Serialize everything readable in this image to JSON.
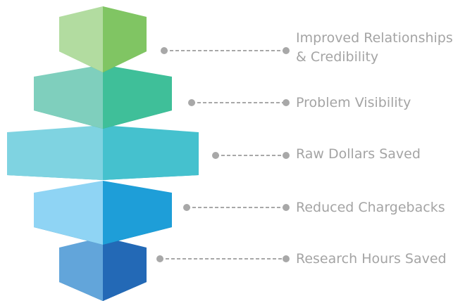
{
  "layers": [
    {
      "label": "Improved Relationships",
      "label_line2": "& Credibility",
      "colors": {
        "top": "#5aab3e",
        "left": "#b2dca0",
        "right": "#80c563"
      }
    },
    {
      "label": "Problem Visibility",
      "colors": {
        "top": "#239f75",
        "left": "#7fcfbd",
        "right": "#3fbf99"
      }
    },
    {
      "label": "Raw Dollars Saved",
      "colors": {
        "top": "#35afbe",
        "left": "#7fd3e1",
        "right": "#45c1ce"
      }
    },
    {
      "label": "Reduced Chargebacks",
      "colors": {
        "top": "#1477a5",
        "left": "#8fd4f4",
        "right": "#1e9ed8"
      }
    },
    {
      "label": "Research Hours Saved",
      "colors": {
        "top": "#125997",
        "left": "#62a5da",
        "right": "#2369b6"
      }
    }
  ],
  "connector_color": "#a8a8a8",
  "label_color": "#a4a4a4"
}
